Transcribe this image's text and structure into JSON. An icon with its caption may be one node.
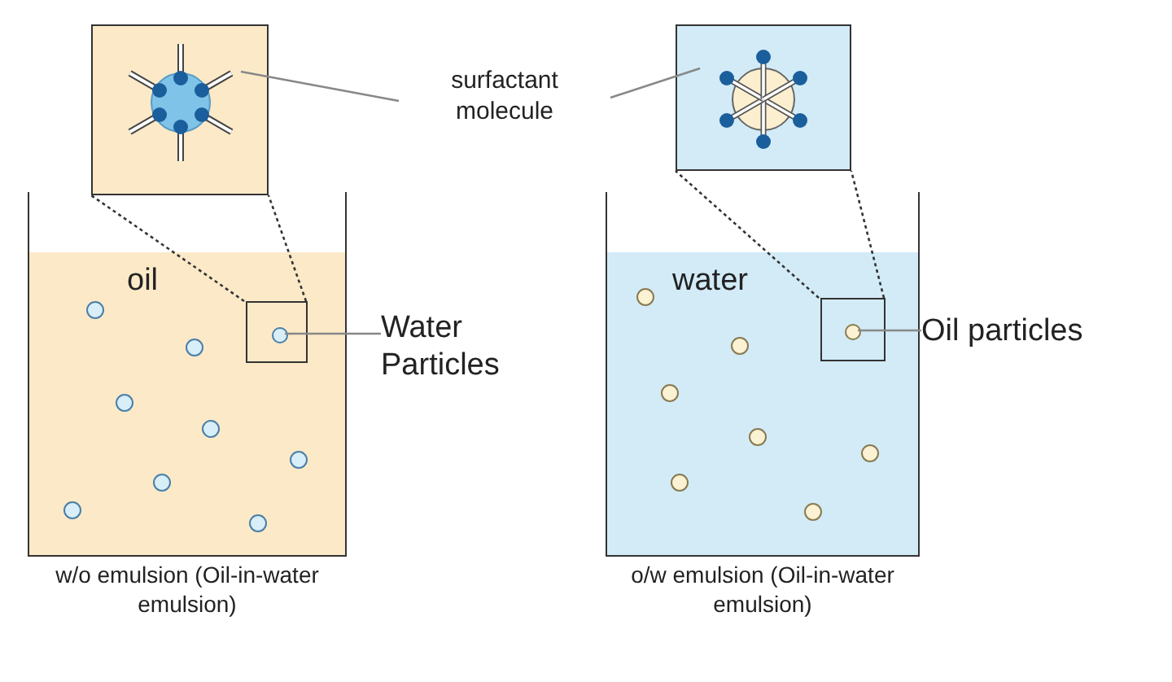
{
  "diagram": {
    "nodes": [
      {
        "text": [],
        "shape": "box"
      },
      {
        "text": [],
        "shape": "picture",
        "in": 0
      },
      {
        "text": [
          "surfactant molecule"
        ]
      },
      {
        "text": [],
        "shape": "box"
      },
      {
        "text": [],
        "shape": "picture",
        "in": 3
      },
      {
        "text": [
          "oil"
        ],
        "beside": [
          "w/o emulsion (Oil-in-water emulsion)"
        ]
      },
      {
        "text": [],
        "shape": "box",
        "in": 5
      },
      {
        "text": [],
        "shape": "circle",
        "in": 6
      },
      {
        "text": [
          "Water Particles"
        ]
      },
      {
        "text": [
          "water"
        ],
        "beside": [
          "o/w emulsion (Oil-in-water emulsion)"
        ]
      },
      {
        "text": [],
        "shape": "box",
        "in": 9
      },
      {
        "text": [],
        "shape": "circle",
        "in": 10
      },
      {
        "text": [
          "Oil particles"
        ]
      },
      {
        "text": [],
        "shape": "circle",
        "in": 5
      },
      {
        "text": [],
        "shape": "circle",
        "in": 5
      },
      {
        "text": [],
        "shape": "circle",
        "in": 5
      },
      {
        "text": [],
        "shape": "circle",
        "in": 5
      },
      {
        "text": [],
        "shape": "circle",
        "in": 5
      },
      {
        "text": [],
        "shape": "circle",
        "in": 5
      },
      {
        "text": [],
        "shape": "circle",
        "in": 5
      },
      {
        "text": [],
        "shape": "circle",
        "in": 5
      },
      {
        "text": [],
        "shape": "circle",
        "in": 9
      },
      {
        "text": [],
        "shape": "circle",
        "in": 9
      },
      {
        "text": [],
        "shape": "circle",
        "in": 9
      },
      {
        "text": [],
        "shape": "circle",
        "in": 9
      },
      {
        "text": [],
        "shape": "circle",
        "in": 9
      },
      {
        "text": [],
        "shape": "circle",
        "in": 9
      },
      {
        "text": [],
        "shape": "circle",
        "in": 9
      }
    ],
    "edges": [
      {
        "from": 2,
        "to": 1,
        "arrow": "none"
      },
      {
        "from": 2,
        "to": 4,
        "arrow": "none"
      },
      {
        "from": 6,
        "to": 0,
        "arrow": "none",
        "style": "dashed"
      },
      {
        "from": 6,
        "to": 0,
        "arrow": "none",
        "style": "dashed"
      },
      {
        "from": 8,
        "to": 7,
        "arrow": "none"
      },
      {
        "from": 10,
        "to": 3,
        "arrow": "none",
        "style": "dashed"
      },
      {
        "from": 10,
        "to": 3,
        "arrow": "none",
        "style": "dashed"
      },
      {
        "from": 12,
        "to": 11,
        "arrow": "none"
      }
    ]
  }
}
